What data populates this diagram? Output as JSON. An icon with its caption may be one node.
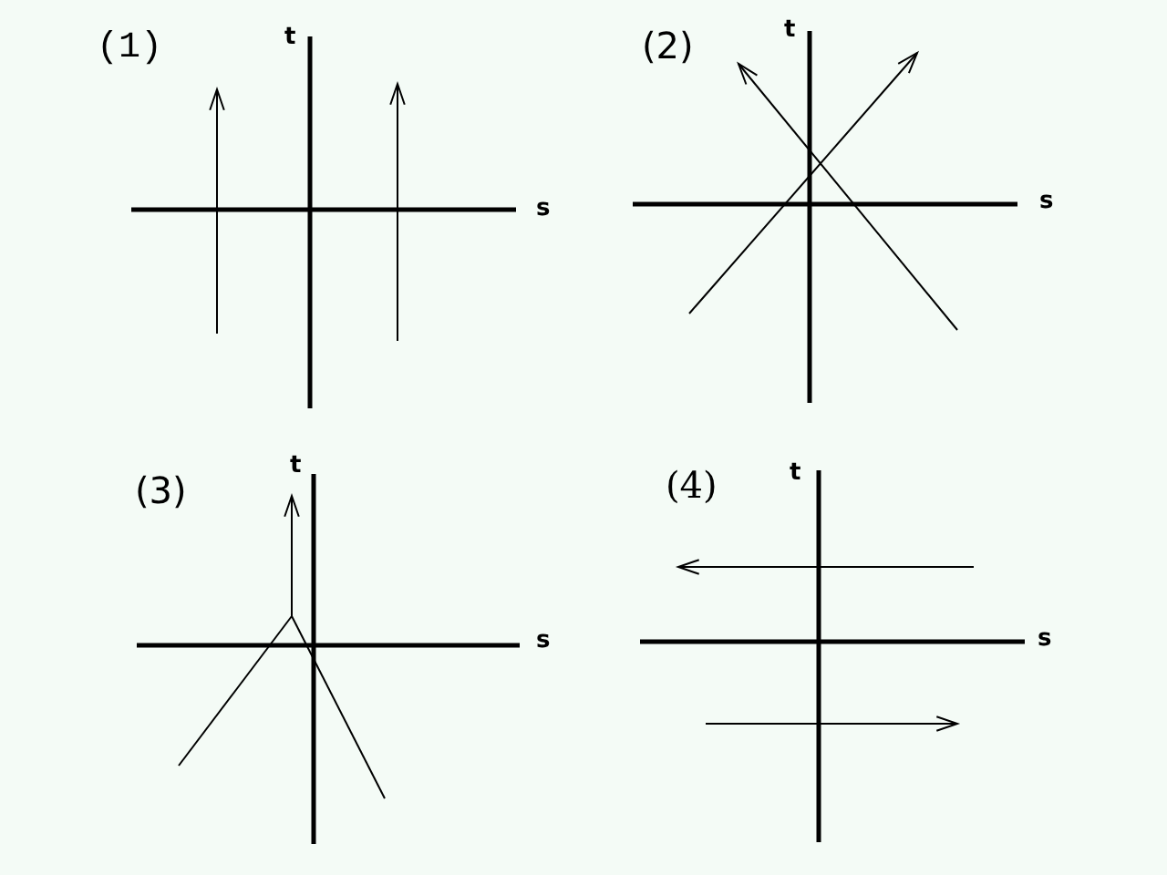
{
  "diagram": {
    "labels": [
      "(1)",
      "t",
      "s",
      "(2)",
      "t",
      "s",
      "(3)",
      "t",
      "s",
      "(4)",
      "t",
      "s"
    ]
  }
}
